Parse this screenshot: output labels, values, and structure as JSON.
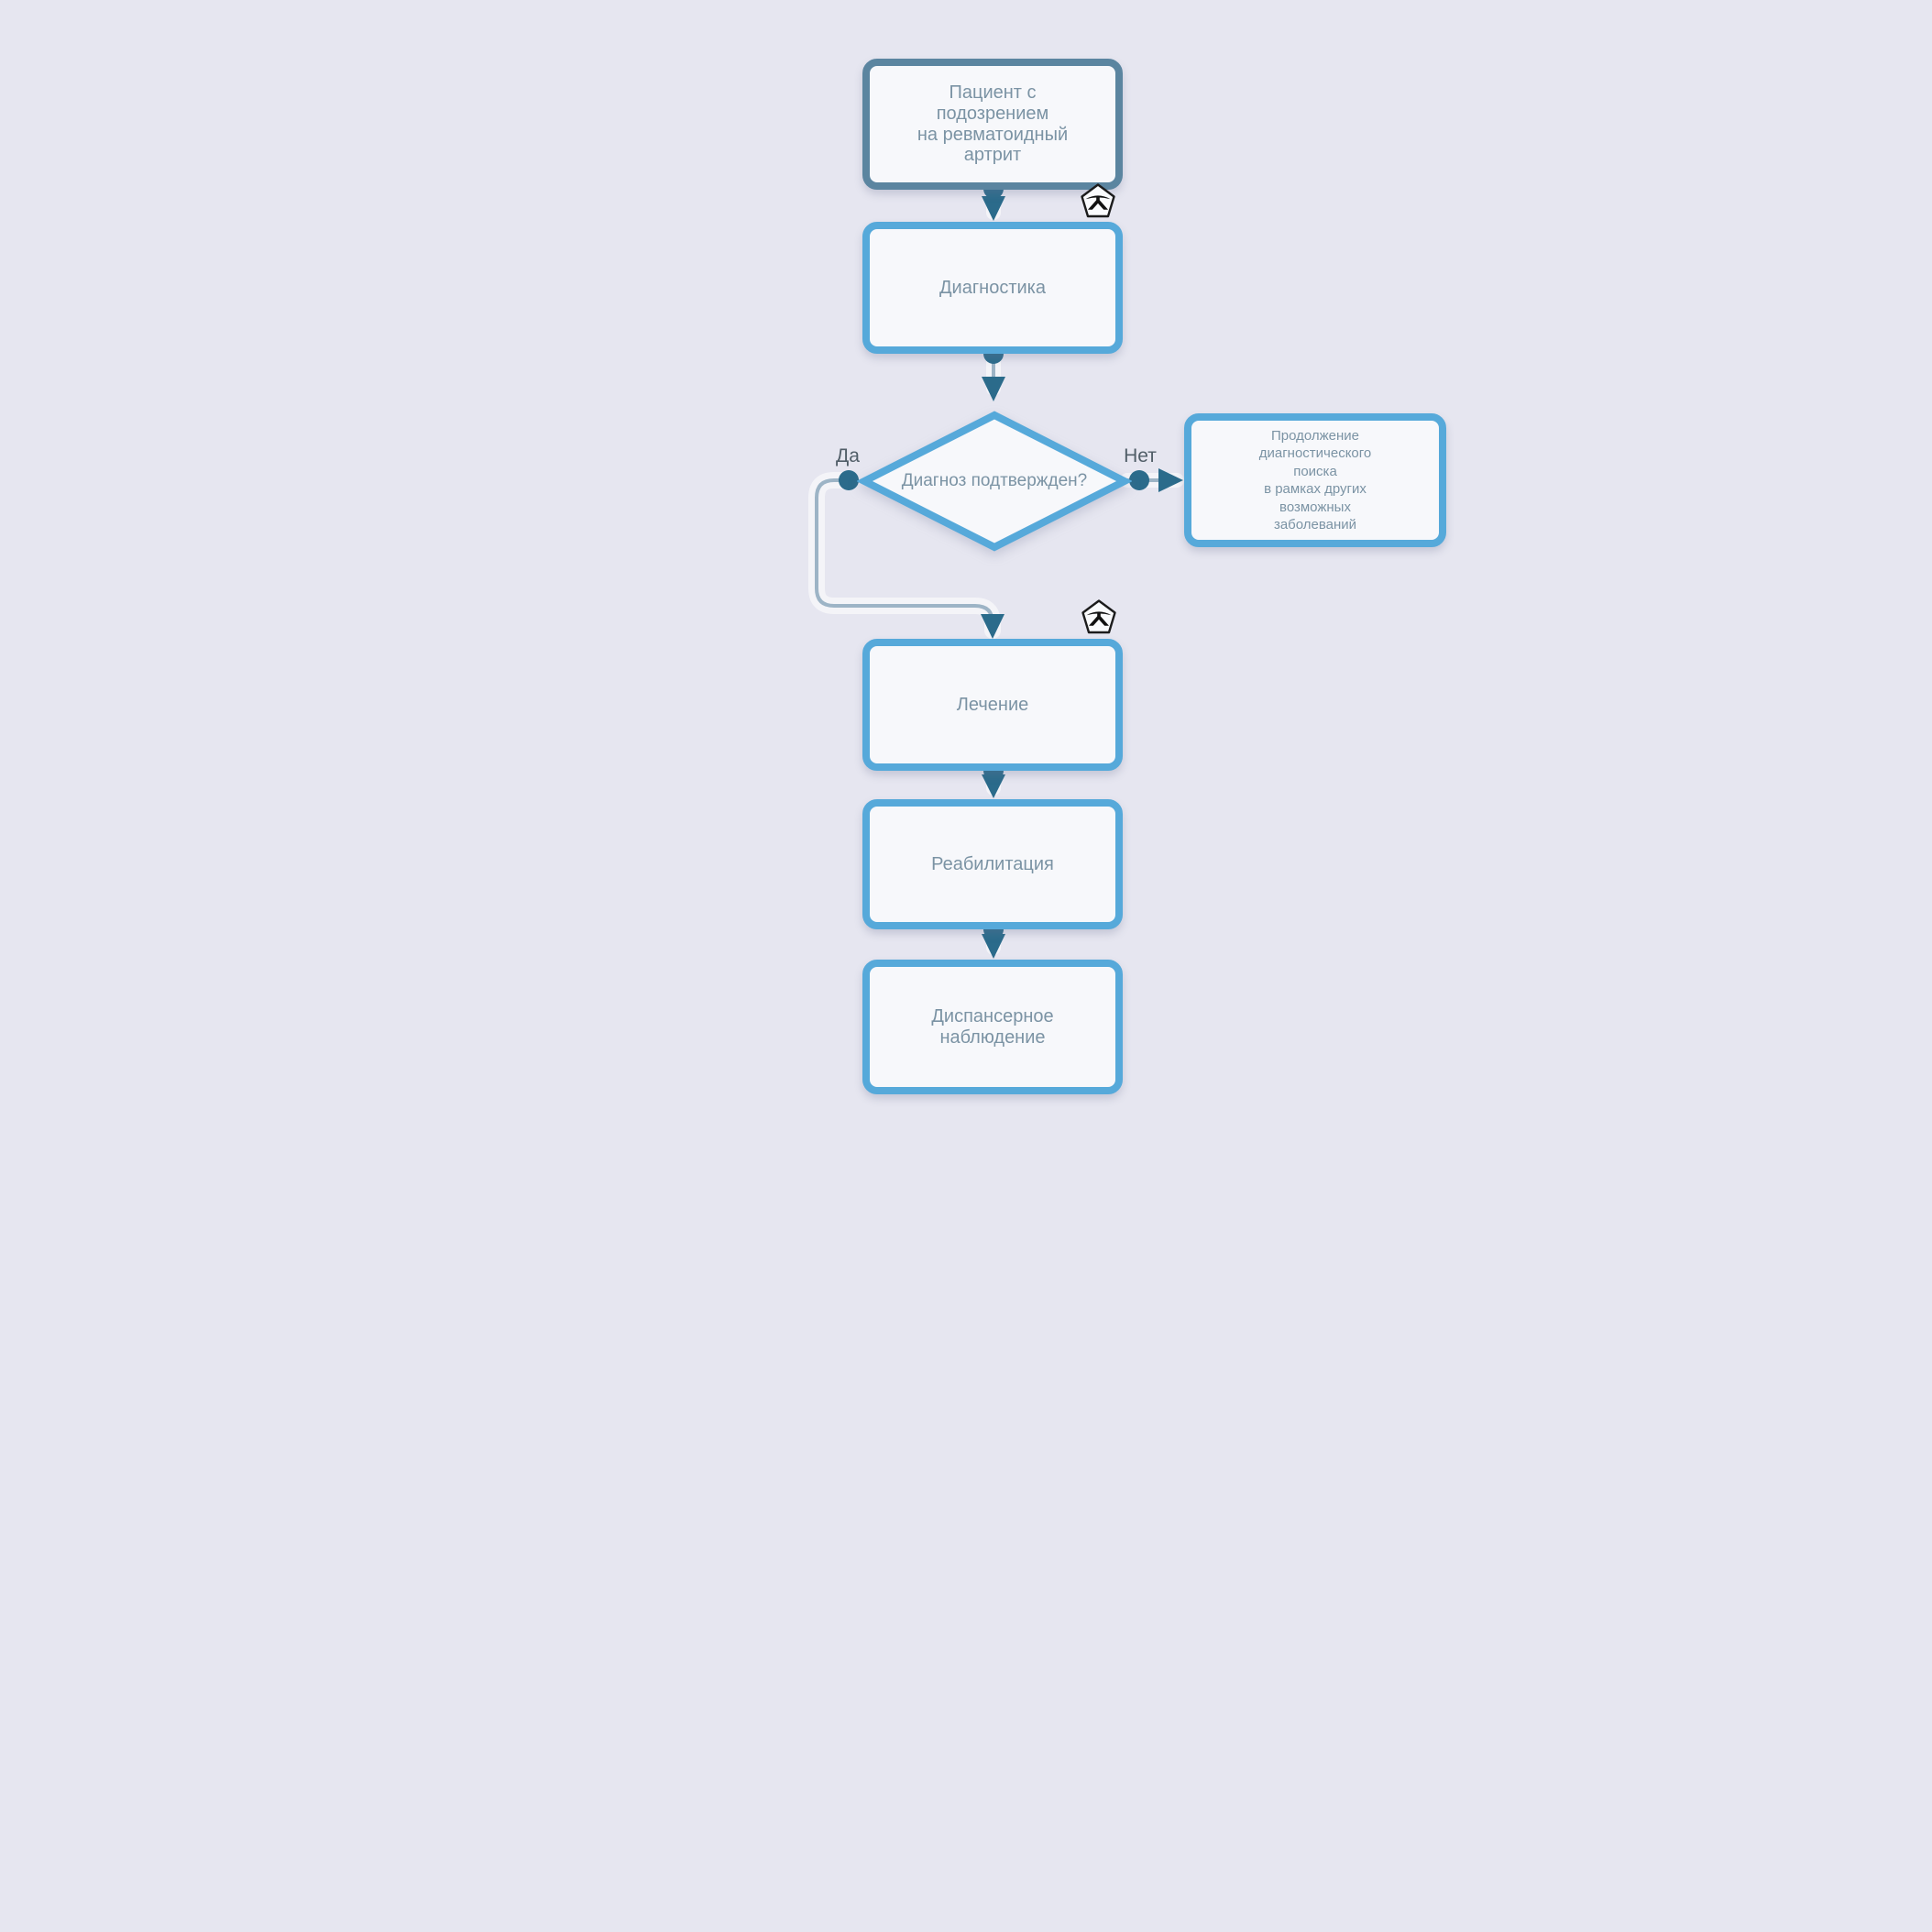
{
  "diagram": {
    "title_hint": "Flowchart: care pathway for suspected rheumatoid arthritis",
    "nodes": {
      "start": {
        "label": "Пациент с\nподозрением\nна ревматоидный\nартрит"
      },
      "diagnostics": {
        "label": "Диагностика"
      },
      "decision": {
        "label": "Диагноз подтвержден?"
      },
      "continue_search": {
        "label": "Продолжение\nдиагностического\nпоиска\nв рамках других\nвозможных\nзаболеваний"
      },
      "treatment": {
        "label": "Лечение"
      },
      "rehabilitation": {
        "label": "Реабилитация"
      },
      "dispensary": {
        "label": "Диспансерное\nнаблюдение"
      }
    },
    "branch_labels": {
      "yes": "Да",
      "no": "Нет"
    },
    "icons": [
      {
        "name": "quality-mark-icon",
        "location": "bottom-right of start node"
      },
      {
        "name": "quality-mark-icon",
        "location": "top-right of treatment node"
      }
    ],
    "colors": {
      "background": "#e6e6f0",
      "node-fill": "#f7f8fb",
      "node-border": "#56a9da",
      "start-border": "#5b85a0",
      "node-text": "#7b93a4",
      "connector": "#9db4c6",
      "connector-end": "#2b6b8b",
      "branch-label": "#515e68"
    }
  }
}
